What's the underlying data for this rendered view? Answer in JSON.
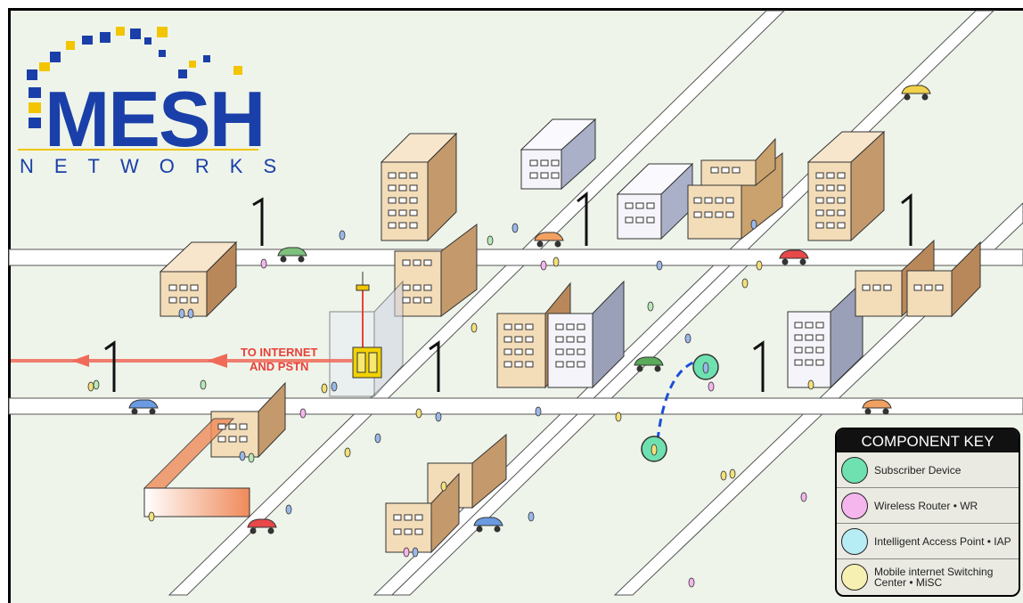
{
  "logo": {
    "name": "MESH",
    "tagline": "NETWORKS",
    "color": "#1a3fa8",
    "accent": "#f2c500"
  },
  "labels": {
    "internet_line1": "TO INTERNET",
    "internet_line2": "AND PSTN"
  },
  "key": {
    "title": "COMPONENT KEY",
    "items": [
      {
        "label": "Subscriber Device",
        "color": "#6fe0b0"
      },
      {
        "label": "Wireless Router • WR",
        "color": "#f4b6ec"
      },
      {
        "label": "Intelligent Access Point • IAP",
        "color": "#b6ecf4"
      },
      {
        "label": "Mobile internet Switching Center • MiSC",
        "color": "#f7f0b3"
      }
    ]
  },
  "colors": {
    "ground": "#eef4ea",
    "road": "#ffffff",
    "building_warm": "#f0d2a8",
    "building_cool": "#e4e6f0",
    "internet_line": "#f06a5a",
    "link": "#1a4fd8"
  }
}
